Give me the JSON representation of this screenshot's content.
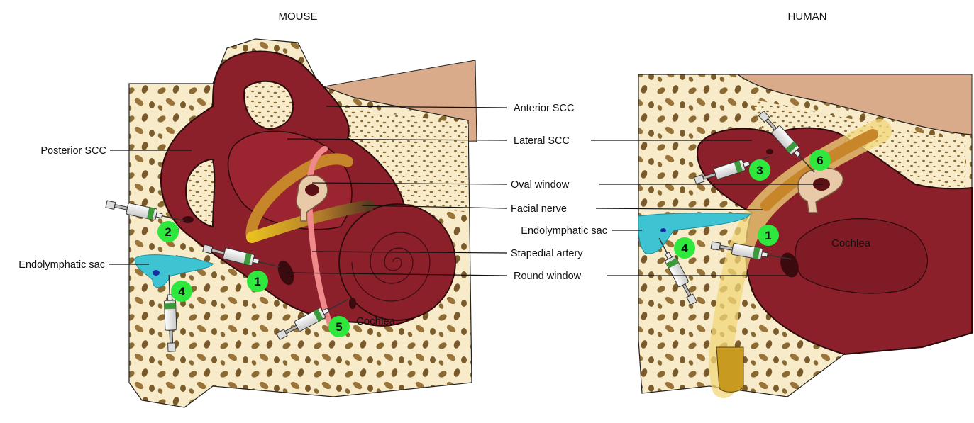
{
  "titles": {
    "mouse": "MOUSE",
    "human": "HUMAN"
  },
  "mouse_labels": {
    "anterior_scc": "Anterior SCC",
    "lateral_scc": "Lateral SCC",
    "posterior_scc": "Posterior SCC",
    "oval_window": "Oval window",
    "facial_nerve": "Facial nerve",
    "stapedial_artery": "Stapedial artery",
    "round_window": "Round window",
    "endolymphatic_sac": "Endolymphatic sac",
    "cochlea": "Cochlea"
  },
  "human_labels": {
    "endolymphatic_sac": "Endolymphatic sac",
    "cochlea": "Cochlea"
  },
  "injection_sites": {
    "mouse": [
      "1",
      "2",
      "4",
      "5"
    ],
    "human": [
      "1",
      "3",
      "4",
      "6"
    ]
  },
  "colors": {
    "bone": "#f7ebc9",
    "bone_pore": "#8a6a33",
    "organ": "#8b1f2a",
    "organ_outline": "#2a0a0a",
    "skin": "#d9ab8b",
    "endolymphatic_sac": "#3ec3d3",
    "site_marker": "#2ee83e",
    "artery": "#f08a8a",
    "facial_nerve": "#c8862a"
  }
}
